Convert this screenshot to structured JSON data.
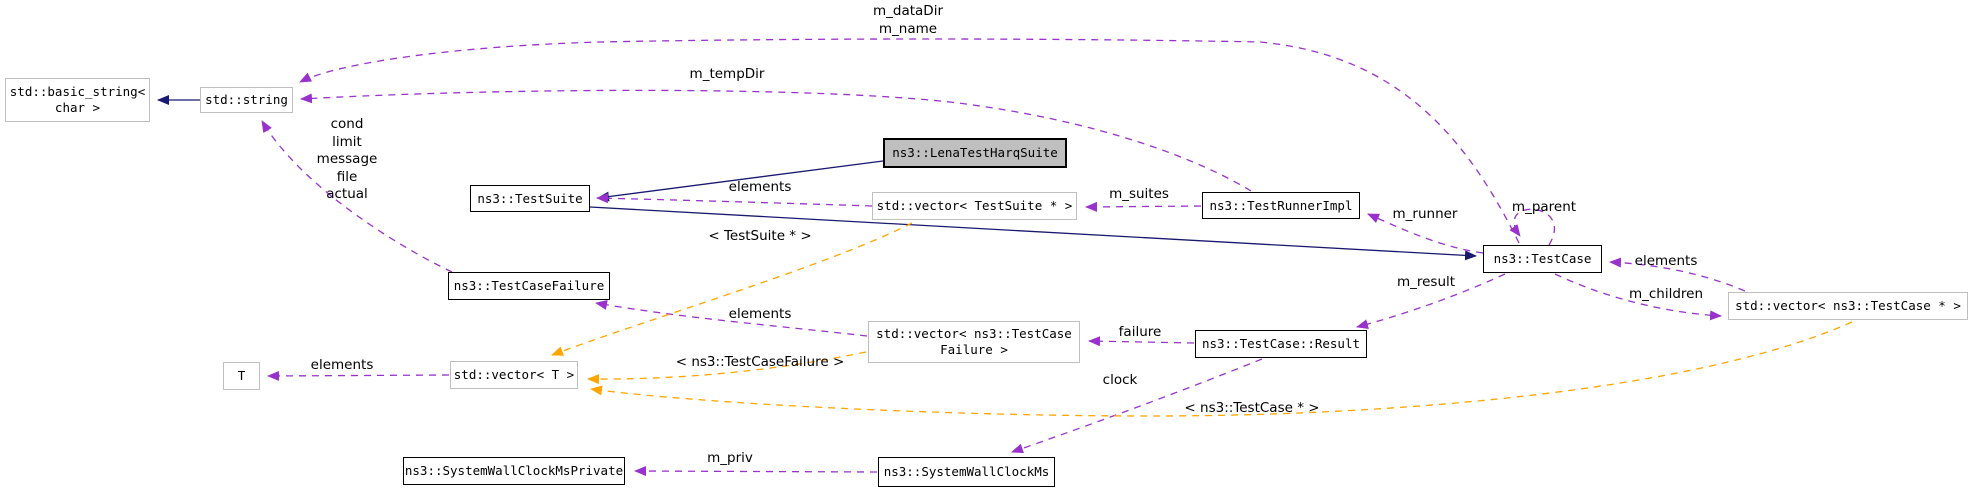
{
  "diagram": {
    "colors": {
      "inheritance": "#191970",
      "usage": "#9932cc",
      "template_relation": "#ffa500",
      "highlight_fill": "#bfbfbf"
    },
    "nodes": [
      {
        "id": "std-basic-string",
        "label": "std::basic_string<\nchar >"
      },
      {
        "id": "std-string",
        "label": "std::string"
      },
      {
        "id": "ns3-testsuite",
        "label": "ns3::TestSuite"
      },
      {
        "id": "ns3-lenatestharqsuite",
        "label": "ns3::LenaTestHarqSuite"
      },
      {
        "id": "std-vector-testsuite",
        "label": "std::vector< TestSuite * >"
      },
      {
        "id": "ns3-testrunnerimpl",
        "label": "ns3::TestRunnerImpl"
      },
      {
        "id": "ns3-testcase",
        "label": "ns3::TestCase"
      },
      {
        "id": "std-vector-ns3-testcase",
        "label": "std::vector< ns3::TestCase * >"
      },
      {
        "id": "ns3-testcasefailure",
        "label": "ns3::TestCaseFailure"
      },
      {
        "id": "std-vector-ns3-testcasefailure",
        "label": "std::vector< ns3::TestCase\nFailure >"
      },
      {
        "id": "ns3-testcase-result",
        "label": "ns3::TestCase::Result"
      },
      {
        "id": "t",
        "label": "T"
      },
      {
        "id": "std-vector-t",
        "label": "std::vector< T >"
      },
      {
        "id": "ns3-systemwallclockmsprivate",
        "label": "ns3::SystemWallClockMsPrivate"
      },
      {
        "id": "ns3-systemwallclockms",
        "label": "ns3::SystemWallClockMs"
      }
    ],
    "edge_labels": [
      {
        "id": "m-datadir-m-name",
        "text": "m_dataDir\nm_name"
      },
      {
        "id": "m-tempdir",
        "text": "m_tempDir"
      },
      {
        "id": "cond-limit-message-file-actual",
        "text": "cond\nlimit\nmessage\nfile\nactual"
      },
      {
        "id": "elements-testsuite",
        "text": "elements"
      },
      {
        "id": "m-suites",
        "text": "m_suites"
      },
      {
        "id": "m-runner",
        "text": "m_runner"
      },
      {
        "id": "m-parent",
        "text": "m_parent"
      },
      {
        "id": "elements-testcase",
        "text": "elements"
      },
      {
        "id": "m-children",
        "text": "m_children"
      },
      {
        "id": "m-result",
        "text": "m_result"
      },
      {
        "id": "failure",
        "text": "failure"
      },
      {
        "id": "elements-testcasefailure",
        "text": "elements"
      },
      {
        "id": "elements-t",
        "text": "elements"
      },
      {
        "id": "clock",
        "text": "clock"
      },
      {
        "id": "m-priv",
        "text": "m_priv"
      },
      {
        "id": "tpl-testsuite-ptr",
        "text": "< TestSuite * >"
      },
      {
        "id": "tpl-ns3-testcasefailure",
        "text": "< ns3::TestCaseFailure >"
      },
      {
        "id": "tpl-ns3-testcase-ptr",
        "text": "< ns3::TestCase * >"
      }
    ]
  }
}
